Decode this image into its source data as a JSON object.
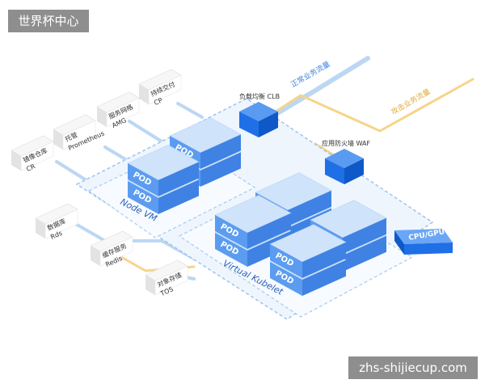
{
  "watermark_top_left": "世界杯中心",
  "watermark_bottom_right": "zhs-shijiecup.com",
  "services_top": [
    {
      "name": "镜像仓库",
      "code": "CR"
    },
    {
      "name": "托管",
      "code": "Prometheus"
    },
    {
      "name": "服务网格",
      "code": "AMG"
    },
    {
      "name": "持续交付",
      "code": "CP"
    }
  ],
  "services_left": [
    {
      "name": "数据库",
      "code": "Rds"
    },
    {
      "name": "缓存服务",
      "code": "Redis"
    },
    {
      "name": "对象存储",
      "code": "TOS"
    }
  ],
  "lb_label": "负载均衡 CLB",
  "waf_label": "应用防火墙 WAF",
  "normal_traffic_label": "正常业务流量",
  "attack_traffic_label": "攻击业务流量",
  "node_vm_label": "Node VM",
  "virtual_kubelet_label": "Virtual Kubelet",
  "cpu_gpu_label": "CPU/GPU",
  "pod_label": "POD",
  "colors": {
    "pod_top": "#cfe3fb",
    "pod_front": "#5b9cf0",
    "pod_side": "#3f82e3",
    "cube_blue": "#1f6fe6",
    "attack_line": "#f6d48a",
    "traffic_line": "#bcd7f3"
  }
}
